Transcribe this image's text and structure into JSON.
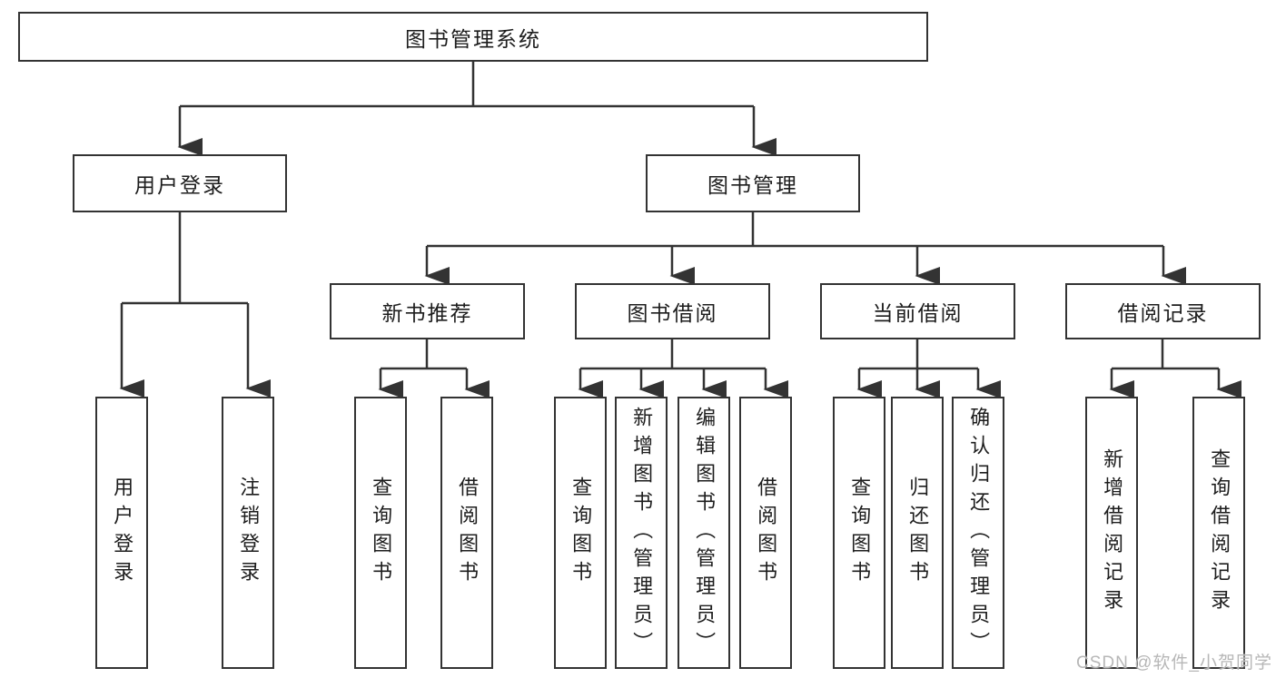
{
  "diagram": {
    "root": {
      "label": "图书管理系统"
    },
    "branches": [
      {
        "label": "用户登录",
        "children": [
          {
            "label": "用户登录"
          },
          {
            "label": "注销登录"
          }
        ]
      },
      {
        "label": "图书管理",
        "children": [
          {
            "label": "新书推荐",
            "children": [
              {
                "label": "查询图书"
              },
              {
                "label": "借阅图书"
              }
            ]
          },
          {
            "label": "图书借阅",
            "children": [
              {
                "label": "查询图书"
              },
              {
                "label": "新增图书（管理员）"
              },
              {
                "label": "编辑图书（管理员）"
              },
              {
                "label": "借阅图书"
              }
            ]
          },
          {
            "label": "当前借阅",
            "children": [
              {
                "label": "查询图书"
              },
              {
                "label": "归还图书"
              },
              {
                "label": "确认归还（管理员）"
              }
            ]
          },
          {
            "label": "借阅记录",
            "children": [
              {
                "label": "新增借阅记录"
              },
              {
                "label": "查询借阅记录"
              }
            ]
          }
        ]
      }
    ]
  },
  "watermark": {
    "text": "CSDN @软件_小贺同学"
  },
  "colors": {
    "line": "#333333",
    "text": "#1d1d1d",
    "background": "#ffffff",
    "watermark": "#b7b7b7"
  }
}
